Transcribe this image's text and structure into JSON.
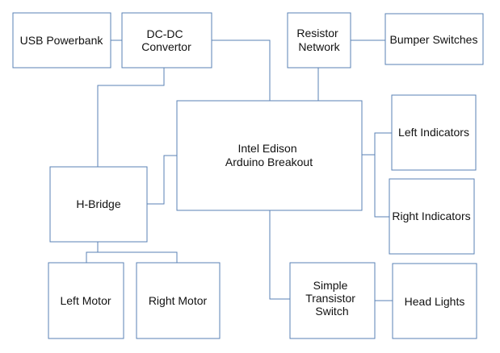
{
  "diagram": {
    "colors": {
      "stroke": "#5a82b4",
      "text": "#111111",
      "background": "#ffffff"
    },
    "blocks": {
      "usb_powerbank": {
        "lines": [
          "USB Powerbank"
        ]
      },
      "dcdc_convertor": {
        "lines": [
          "DC-DC",
          "Convertor"
        ]
      },
      "resistor_network": {
        "lines": [
          "Resistor",
          "Network"
        ]
      },
      "bumper_switches": {
        "lines": [
          "Bumper Switches"
        ]
      },
      "intel_edison": {
        "lines": [
          "Intel Edison",
          "Arduino Breakout"
        ]
      },
      "left_indicators": {
        "lines": [
          "Left Indicators"
        ]
      },
      "right_indicators": {
        "lines": [
          "Right Indicators"
        ]
      },
      "h_bridge": {
        "lines": [
          "H-Bridge"
        ]
      },
      "left_motor": {
        "lines": [
          "Left Motor"
        ]
      },
      "right_motor": {
        "lines": [
          "Right Motor"
        ]
      },
      "transistor_switch": {
        "lines": [
          "Simple",
          "Transistor",
          "Switch"
        ]
      },
      "head_lights": {
        "lines": [
          "Head Lights"
        ]
      }
    }
  }
}
